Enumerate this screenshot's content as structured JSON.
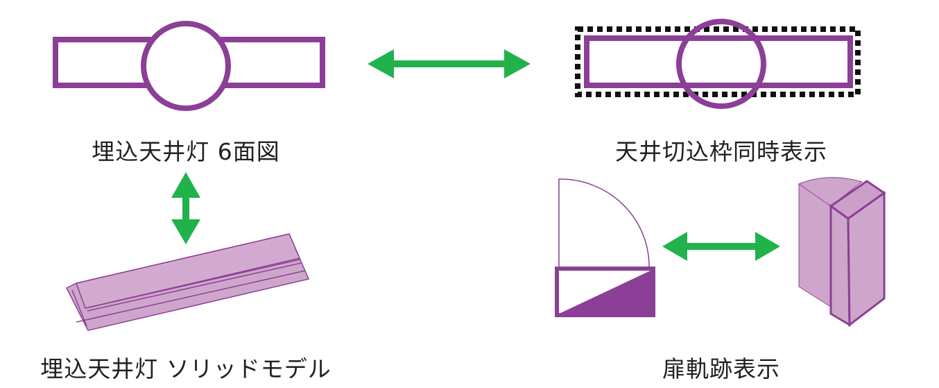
{
  "labels": {
    "six_view": "埋込天井灯 6面図",
    "ceiling_cut": "天井切込枠同時表示",
    "solid_model": "埋込天井灯 ソリッドモデル",
    "door_swing": "扉軌跡表示"
  },
  "colors": {
    "purple": "#8b3f96",
    "light_purple": "#cfa6cb",
    "green": "#22b24c",
    "black": "#111111"
  }
}
